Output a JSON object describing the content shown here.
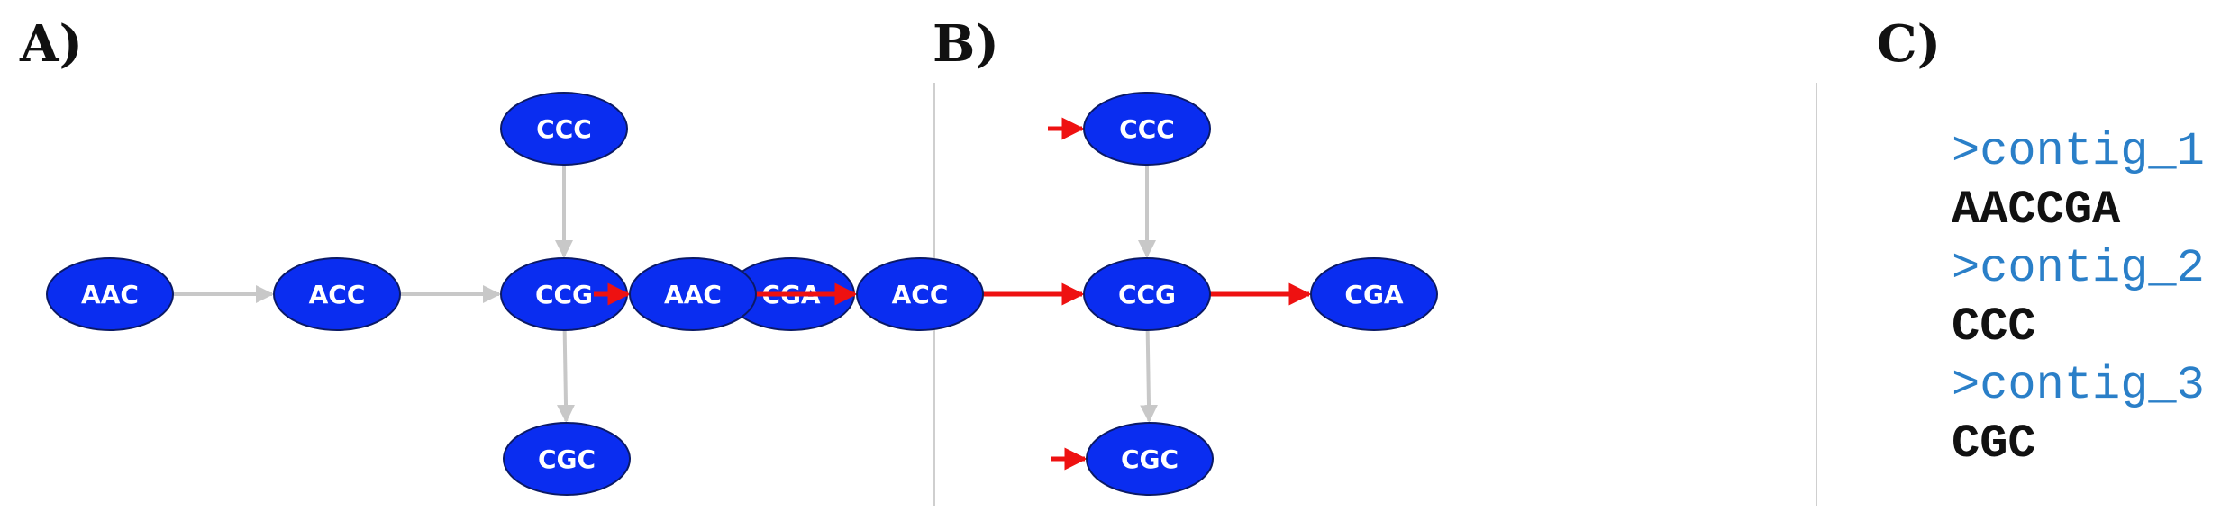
{
  "colors": {
    "node_fill": "#0a2df0",
    "node_stroke": "#0b1a66",
    "edge_gray": "#c8c8c8",
    "edge_red": "#ee1111",
    "divider": "#cfcfcf",
    "contig_header": "#2a7fc8",
    "contig_seq": "#111111"
  },
  "panels": {
    "a": {
      "label": "A)"
    },
    "b": {
      "label": "B)"
    },
    "c": {
      "label": "C)"
    }
  },
  "graph": {
    "nodes": [
      {
        "id": "AAC",
        "label": "AAC"
      },
      {
        "id": "ACC",
        "label": "ACC"
      },
      {
        "id": "CCG",
        "label": "CCG"
      },
      {
        "id": "CGA",
        "label": "CGA"
      },
      {
        "id": "CCC",
        "label": "CCC"
      },
      {
        "id": "CGC",
        "label": "CGC"
      }
    ],
    "edges": [
      {
        "from": "AAC",
        "to": "ACC",
        "path": true
      },
      {
        "from": "ACC",
        "to": "CCG",
        "path": true
      },
      {
        "from": "CCG",
        "to": "CGA",
        "path": true
      },
      {
        "from": "CCC",
        "to": "CCG",
        "path": false
      },
      {
        "from": "CCG",
        "to": "CGC",
        "path": false
      }
    ],
    "start_markers": [
      "AAC",
      "CCC",
      "CGC"
    ]
  },
  "contigs": [
    {
      "header": ">contig_1",
      "sequence": "AACCGA"
    },
    {
      "header": ">contig_2",
      "sequence": "CCC"
    },
    {
      "header": ">contig_3",
      "sequence": "CGC"
    }
  ]
}
